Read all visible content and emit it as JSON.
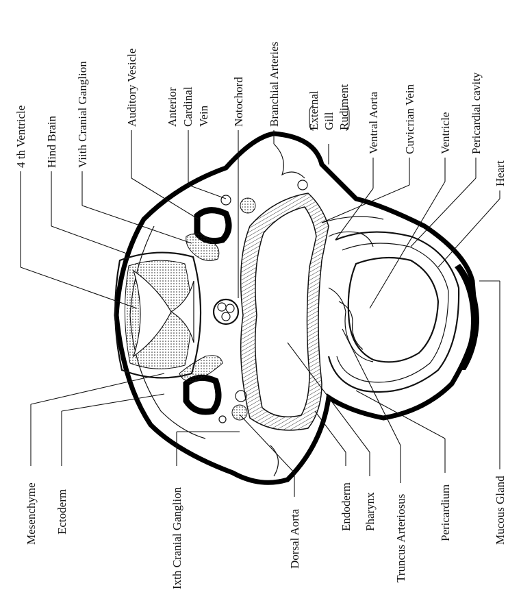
{
  "labels": {
    "ventricle4": "4 th Ventricle",
    "hind_brain": "Hind Brain",
    "viith_ganglion": "Viith Cranial Ganglion",
    "auditory_vesicle": "Auditory Vesicle",
    "anterior": "Anterior",
    "cardinal": "Cardinal",
    "vein": "Vein",
    "notochord": "Notochord",
    "branchial_arteries": "Branchial Arteries",
    "external": "External",
    "gill": "Gill",
    "rudiment": "Rudiment",
    "ventral_aorta": "Ventral Aorta",
    "cuvierian_vein": "Cuvicrian Vein",
    "ventricle": "Ventricle",
    "pericardial_cavity": "Pericardial cavity",
    "heart": "Heart",
    "mesenchyme": "Mesenchyme",
    "ectoderm": "Ectoderm",
    "ixth_ganglion": "Ixth Cranial Ganglion",
    "dorsal_aorta": "Dorsal Aorta",
    "endoderm": "Endoderm",
    "pharynx": "Pharynx",
    "truncus_arteriosus": "Truncus Arteriosus",
    "pericardium": "Pericardium",
    "mucous_gland": "Mucous Gland"
  }
}
